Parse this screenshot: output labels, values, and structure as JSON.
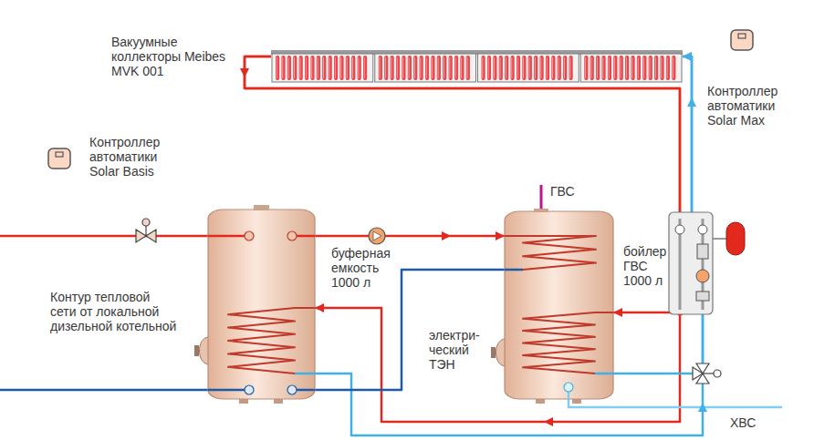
{
  "diagram": {
    "nodes": [
      {
        "text": [
          "Вакуумные коллекторы Meibes MVK 001"
        ]
      },
      {
        "text": [
          "Контроллер автоматики Solar Basis"
        ]
      },
      {
        "text": [
          "буферная емкость 1000 л"
        ]
      },
      {
        "text": [
          "бойлер ГВС 1000 л"
        ]
      },
      {
        "text": [
          "Контроллер автоматики Solar Max"
        ]
      }
    ],
    "edges": [
      {
        "from": 0,
        "to": 3,
        "arrow": "to"
      },
      {
        "from": 0,
        "to": 2,
        "arrow": "to"
      },
      {
        "from": 2,
        "to": 0,
        "arrow": "to"
      },
      {
        "from": 3,
        "to": 0,
        "arrow": "to"
      },
      {
        "from": 2,
        "to": 3,
        "arrow": "to"
      },
      {
        "from": 3,
        "to": 2,
        "arrow": "none"
      }
    ],
    "labels": [
      "ГВС",
      "Контур тепловой сети от локальной дизельной котельной",
      "электри- ческий ТЭН",
      "ХВС"
    ]
  }
}
